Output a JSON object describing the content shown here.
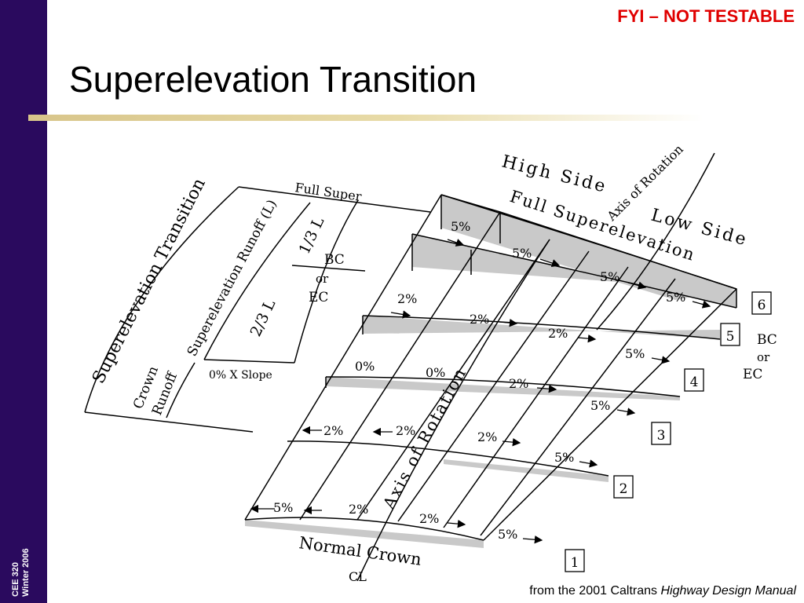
{
  "sidebar": {
    "course": "CEE 320",
    "term": "Winter 2006"
  },
  "header": {
    "notice": "FYI – NOT TESTABLE",
    "title": "Superelevation Transition"
  },
  "caption": {
    "prefix": "from the 2001 Caltrans",
    "source": "Highway Design Manual"
  },
  "diagram": {
    "labels": {
      "superelevation_transition": "Superelevation Transition",
      "full_super": "Full Super",
      "runoff": "Superelevation Runoff (L)",
      "one_third": "1/3 L",
      "two_thirds": "2/3 L",
      "bc": "BC",
      "or": "or",
      "ec": "EC",
      "crown": "Crown",
      "runoff_word": "Runoff",
      "zero_x_slope": "0% X Slope",
      "high_side": "High Side",
      "low_side": "Low Side",
      "full_superelevation": "Full Superelevation",
      "axis_of_rotation_top": "Axis of Rotation",
      "axis_of_rotation_center": "Axis of Rotation",
      "normal_crown": "Normal Crown",
      "centerline": "CL"
    },
    "stations": [
      "1",
      "2",
      "3",
      "4",
      "5",
      "6"
    ],
    "slopes": {
      "s1": [
        "5%",
        "2%",
        "2%",
        "5%"
      ],
      "s2": [
        "2%",
        "2%",
        "2%",
        "5%"
      ],
      "s3": [
        "0%",
        "0%",
        "2%",
        "5%"
      ],
      "s4": [
        "2%",
        "2%",
        "2%",
        "5%"
      ],
      "s5": [
        "5%",
        "5%",
        "5%",
        "5%"
      ]
    }
  }
}
